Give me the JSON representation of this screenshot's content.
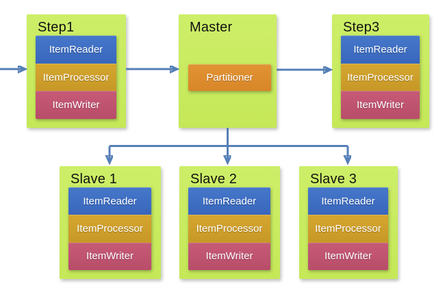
{
  "diagram": {
    "type": "flowchart",
    "description": "Spring Batch partitioning: steps flow through a Master whose Partitioner fans work out to three slave steps",
    "colors": {
      "node_fill": "#c7ea5e",
      "item_reader_fill": "#3e6fc3",
      "item_processor_fill": "#cf9f2c",
      "item_writer_fill": "#c05270",
      "partitioner_fill": "#e08c2e",
      "arrow": "#567fb7",
      "title_text": "#111111",
      "component_text": "#ffffff",
      "background": "#ffffff"
    },
    "nodes": [
      {
        "id": "step1",
        "title": "Step1",
        "components": [
          "ItemReader",
          "ItemProcessor",
          "ItemWriter"
        ]
      },
      {
        "id": "master",
        "title": "Master",
        "components": [
          "Partitioner"
        ]
      },
      {
        "id": "step3",
        "title": "Step3",
        "components": [
          "ItemReader",
          "ItemProcessor",
          "ItemWriter"
        ]
      },
      {
        "id": "slave1",
        "title": "Slave 1",
        "components": [
          "ItemReader",
          "ItemProcessor",
          "ItemWriter"
        ]
      },
      {
        "id": "slave2",
        "title": "Slave 2",
        "components": [
          "ItemReader",
          "ItemProcessor",
          "ItemWriter"
        ]
      },
      {
        "id": "slave3",
        "title": "Slave 3",
        "components": [
          "ItemReader",
          "ItemProcessor",
          "ItemWriter"
        ]
      }
    ],
    "edges": [
      {
        "from": "start",
        "to": "step1"
      },
      {
        "from": "step1",
        "to": "master"
      },
      {
        "from": "master",
        "to": "step3"
      },
      {
        "from": "master",
        "to": "slave1"
      },
      {
        "from": "master",
        "to": "slave2"
      },
      {
        "from": "master",
        "to": "slave3"
      }
    ]
  }
}
